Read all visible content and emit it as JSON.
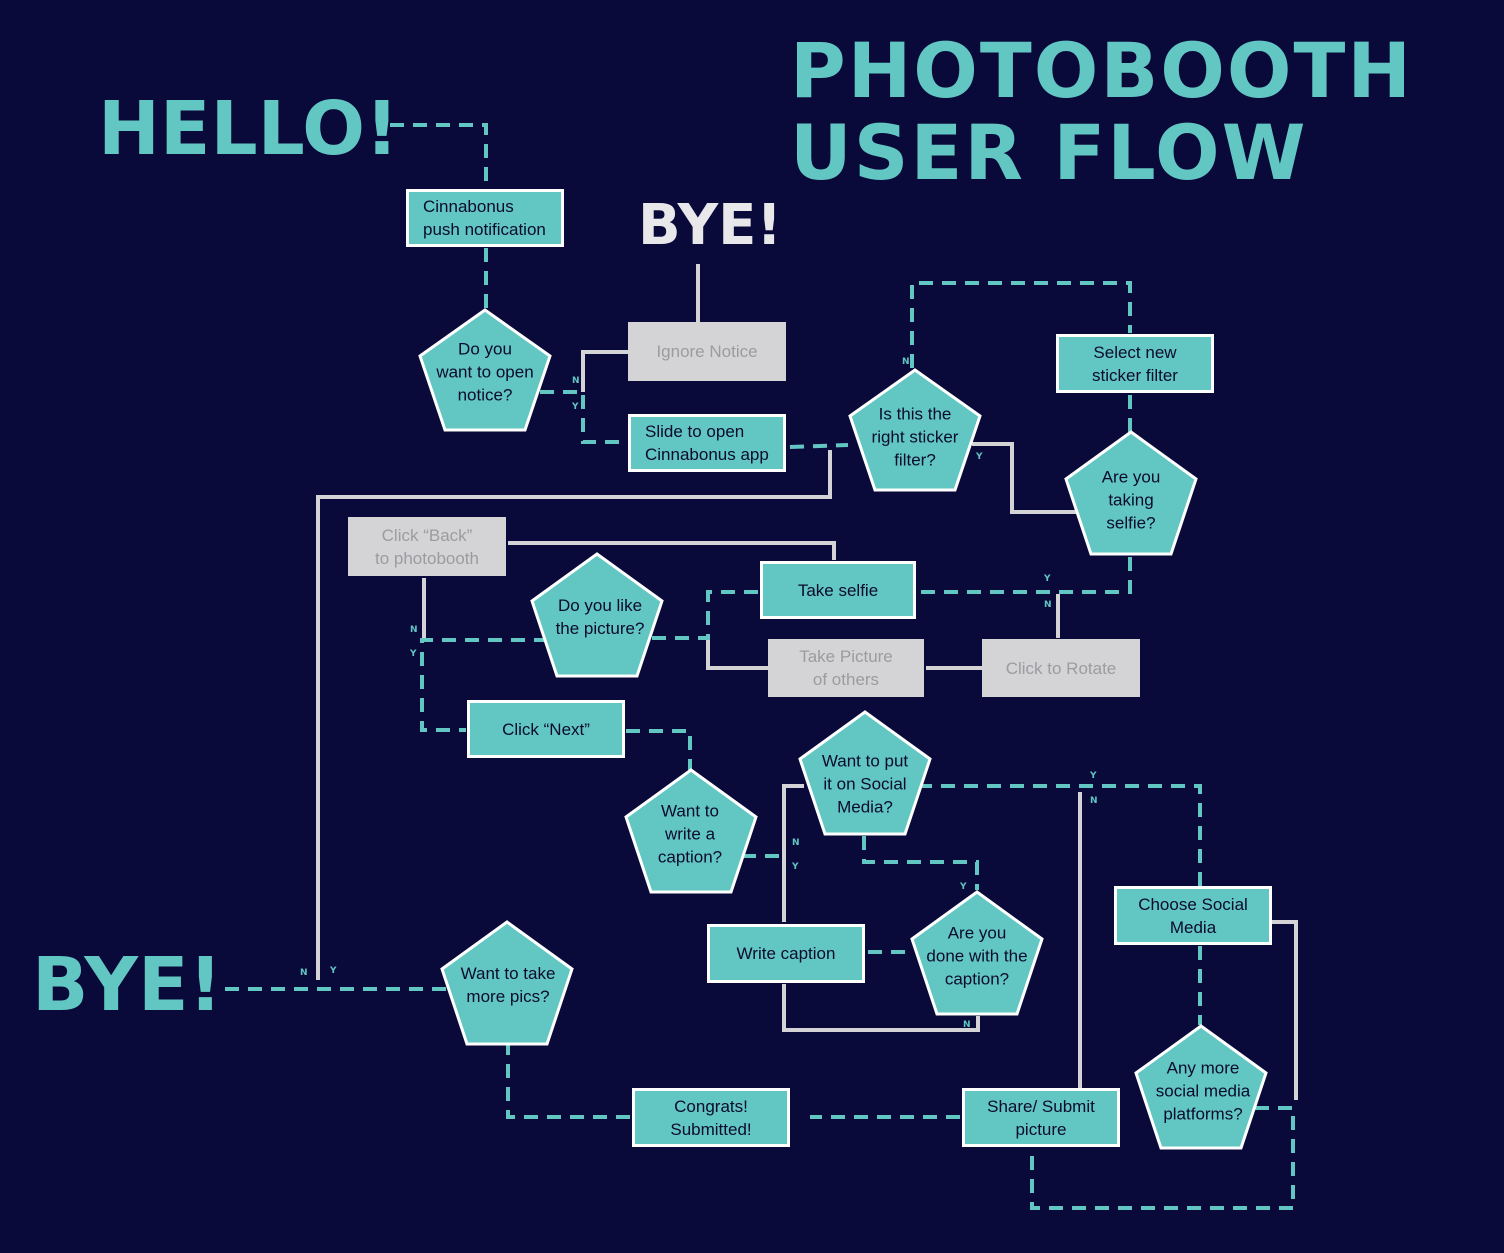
{
  "title": {
    "line1": "PHOTOBOOTH",
    "line2": "USER FLOW"
  },
  "hello": "HELLO!",
  "bye_top": "BYE!",
  "bye_bottom": "BYE!",
  "boxes": {
    "cinnabonus_push": "Cinnabonus\npush notification",
    "ignore_notice": "Ignore Notice",
    "slide_to_open": "Slide to open\nCinnabonus app",
    "select_new_sticker": "Select new\nsticker filter",
    "click_back": "Click “Back”\nto photobooth",
    "take_selfie": "Take selfie",
    "take_picture_others": "Take Picture\nof others",
    "click_to_rotate": "Click to Rotate",
    "click_next": "Click “Next”",
    "write_caption": "Write caption",
    "choose_social_media": "Choose Social\nMedia",
    "congrats_submitted": "Congrats!\nSubmitted!",
    "share_submit": "Share/ Submit\npicture"
  },
  "decisions": {
    "open_notice": "Do you\nwant to open\nnotice?",
    "right_sticker": "Is this the\nright sticker\nfilter?",
    "taking_selfie": "Are you\ntaking\nselfie?",
    "like_picture": "Do you like\nthe picture?",
    "social_media": "Want to put\nit on Social\nMedia?",
    "write_caption_q": "Want to\nwrite a\ncaption?",
    "done_caption": "Are you\ndone with the\ncaption?",
    "more_pics": "Want to take\nmore pics?",
    "more_platforms": "Any more\nsocial media\nplatforms?"
  },
  "yn": {
    "n": "N",
    "y": "Y"
  },
  "colors": {
    "background": "#09093a",
    "teal": "#62c6c3",
    "gray_line": "#d4d4d6",
    "node_border": "#ffffff"
  }
}
